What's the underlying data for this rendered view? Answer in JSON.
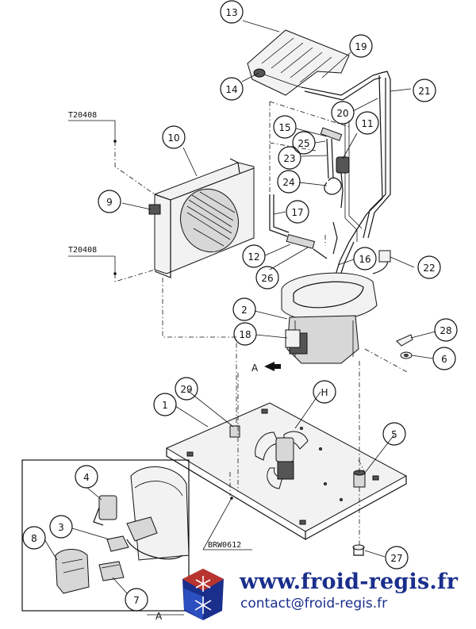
{
  "callouts": [
    {
      "label": "13"
    },
    {
      "label": "19"
    },
    {
      "label": "14"
    },
    {
      "label": "21"
    },
    {
      "label": "20"
    },
    {
      "label": "15"
    },
    {
      "label": "11"
    },
    {
      "label": "25"
    },
    {
      "label": "23"
    },
    {
      "label": "24"
    },
    {
      "label": "10"
    },
    {
      "label": "9"
    },
    {
      "label": "17"
    },
    {
      "label": "12"
    },
    {
      "label": "16"
    },
    {
      "label": "22"
    },
    {
      "label": "26"
    },
    {
      "label": "2"
    },
    {
      "label": "18"
    },
    {
      "label": "28"
    },
    {
      "label": "6"
    },
    {
      "label": "29"
    },
    {
      "label": "H"
    },
    {
      "label": "1"
    },
    {
      "label": "5"
    },
    {
      "label": "4"
    },
    {
      "label": "3"
    },
    {
      "label": "8"
    },
    {
      "label": "7"
    },
    {
      "label": "27"
    }
  ],
  "references": {
    "top": "T20408",
    "bottom": "T20408",
    "base": "BRW0612"
  },
  "view": {
    "marker": "A",
    "detail_label": "A"
  },
  "footer": {
    "website": "www.froid-regis.fr",
    "email": "contact@froid-regis.fr"
  }
}
